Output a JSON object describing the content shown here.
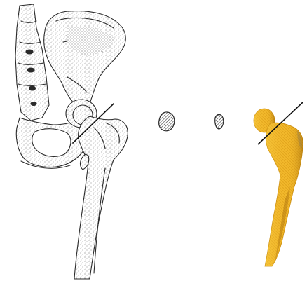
{
  "figure": {
    "panels": [
      {
        "name": "pelvis-femur-sketch",
        "style": "pen-and-ink stipple drawing"
      },
      {
        "name": "cut-section-large",
        "style": "hatched cross-section"
      },
      {
        "name": "cut-section-small",
        "style": "hatched cross-section"
      },
      {
        "name": "femur-model-3d",
        "style": "yellow textured 3D model"
      }
    ],
    "colors": {
      "ink": "#2a2a2a",
      "bone_fill": "#ffffff",
      "model_yellow": "#f0b52a",
      "model_shadow": "#b57a10",
      "background": "#ffffff"
    }
  }
}
